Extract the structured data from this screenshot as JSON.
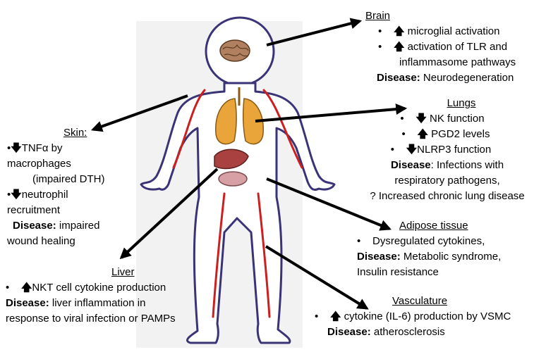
{
  "brain": {
    "title": "Brain",
    "items": [
      {
        "bullet": "•",
        "arrow": "🡅",
        "text": "microglial activation"
      },
      {
        "bullet": "•",
        "arrow": "🡅",
        "text": "activation of TLR and"
      }
    ],
    "item_cont": "inflammasome pathways",
    "disease_label": "Disease:",
    "disease_text": "Neurodegeneration"
  },
  "lungs": {
    "title": "Lungs",
    "items": [
      {
        "bullet": "•",
        "arrow": "🡇",
        "text": "NK function"
      },
      {
        "bullet": "•",
        "arrow": "🡅",
        "text": "PGD2 levels"
      },
      {
        "bullet": "•",
        "arrow": "🡇",
        "text": "NLRP3 function"
      }
    ],
    "disease_label": "Disease",
    "disease_lines": [
      ": Infections with",
      "respiratory pathogens,",
      "? Increased chronic lung disease"
    ]
  },
  "skin": {
    "title": "Skin:",
    "item1_bullet": "•",
    "item1_arrow": "🡇",
    "item1_text": "TNFα by",
    "item1_lines": [
      "macrophages",
      "(impaired DTH)"
    ],
    "item2_bullet": "•",
    "item2_arrow": "🡇",
    "item2_text": "neutrophil",
    "item2_line": "recruitment",
    "disease_label": "Disease:",
    "disease_text": "impaired",
    "disease_line": "wound healing"
  },
  "adipose": {
    "title": "Adipose tissue",
    "item_bullet": "•",
    "item_text": "Dysregulated cytokines,",
    "disease_label": "Disease:",
    "disease_text": "Metabolic syndrome,",
    "disease_line": "Insulin resistance"
  },
  "liver": {
    "title": "Liver",
    "item_bullet": "•",
    "item_arrow": "🡅",
    "item_text": "NKT cell cytokine production",
    "disease_label": "Disease:",
    "disease_text": "liver inflammation in",
    "disease_line": "response to viral infection or PAMPs"
  },
  "vasculature": {
    "title": "Vasculature",
    "item_bullet": "•",
    "item_arrow": "🡅",
    "item_text": "cytokine (IL-6) production by VSMC",
    "disease_label": "Disease:",
    "disease_text": "atherosclerosis"
  },
  "colors": {
    "body_outline": "#3a3477",
    "body_fill": "#ffffff",
    "panel": "#f2f2f2",
    "vessel": "#cc1f1f",
    "lungs": "#e9a43a",
    "liver": "#a8413f",
    "brain": "#b08060",
    "arrow": "#000000"
  }
}
